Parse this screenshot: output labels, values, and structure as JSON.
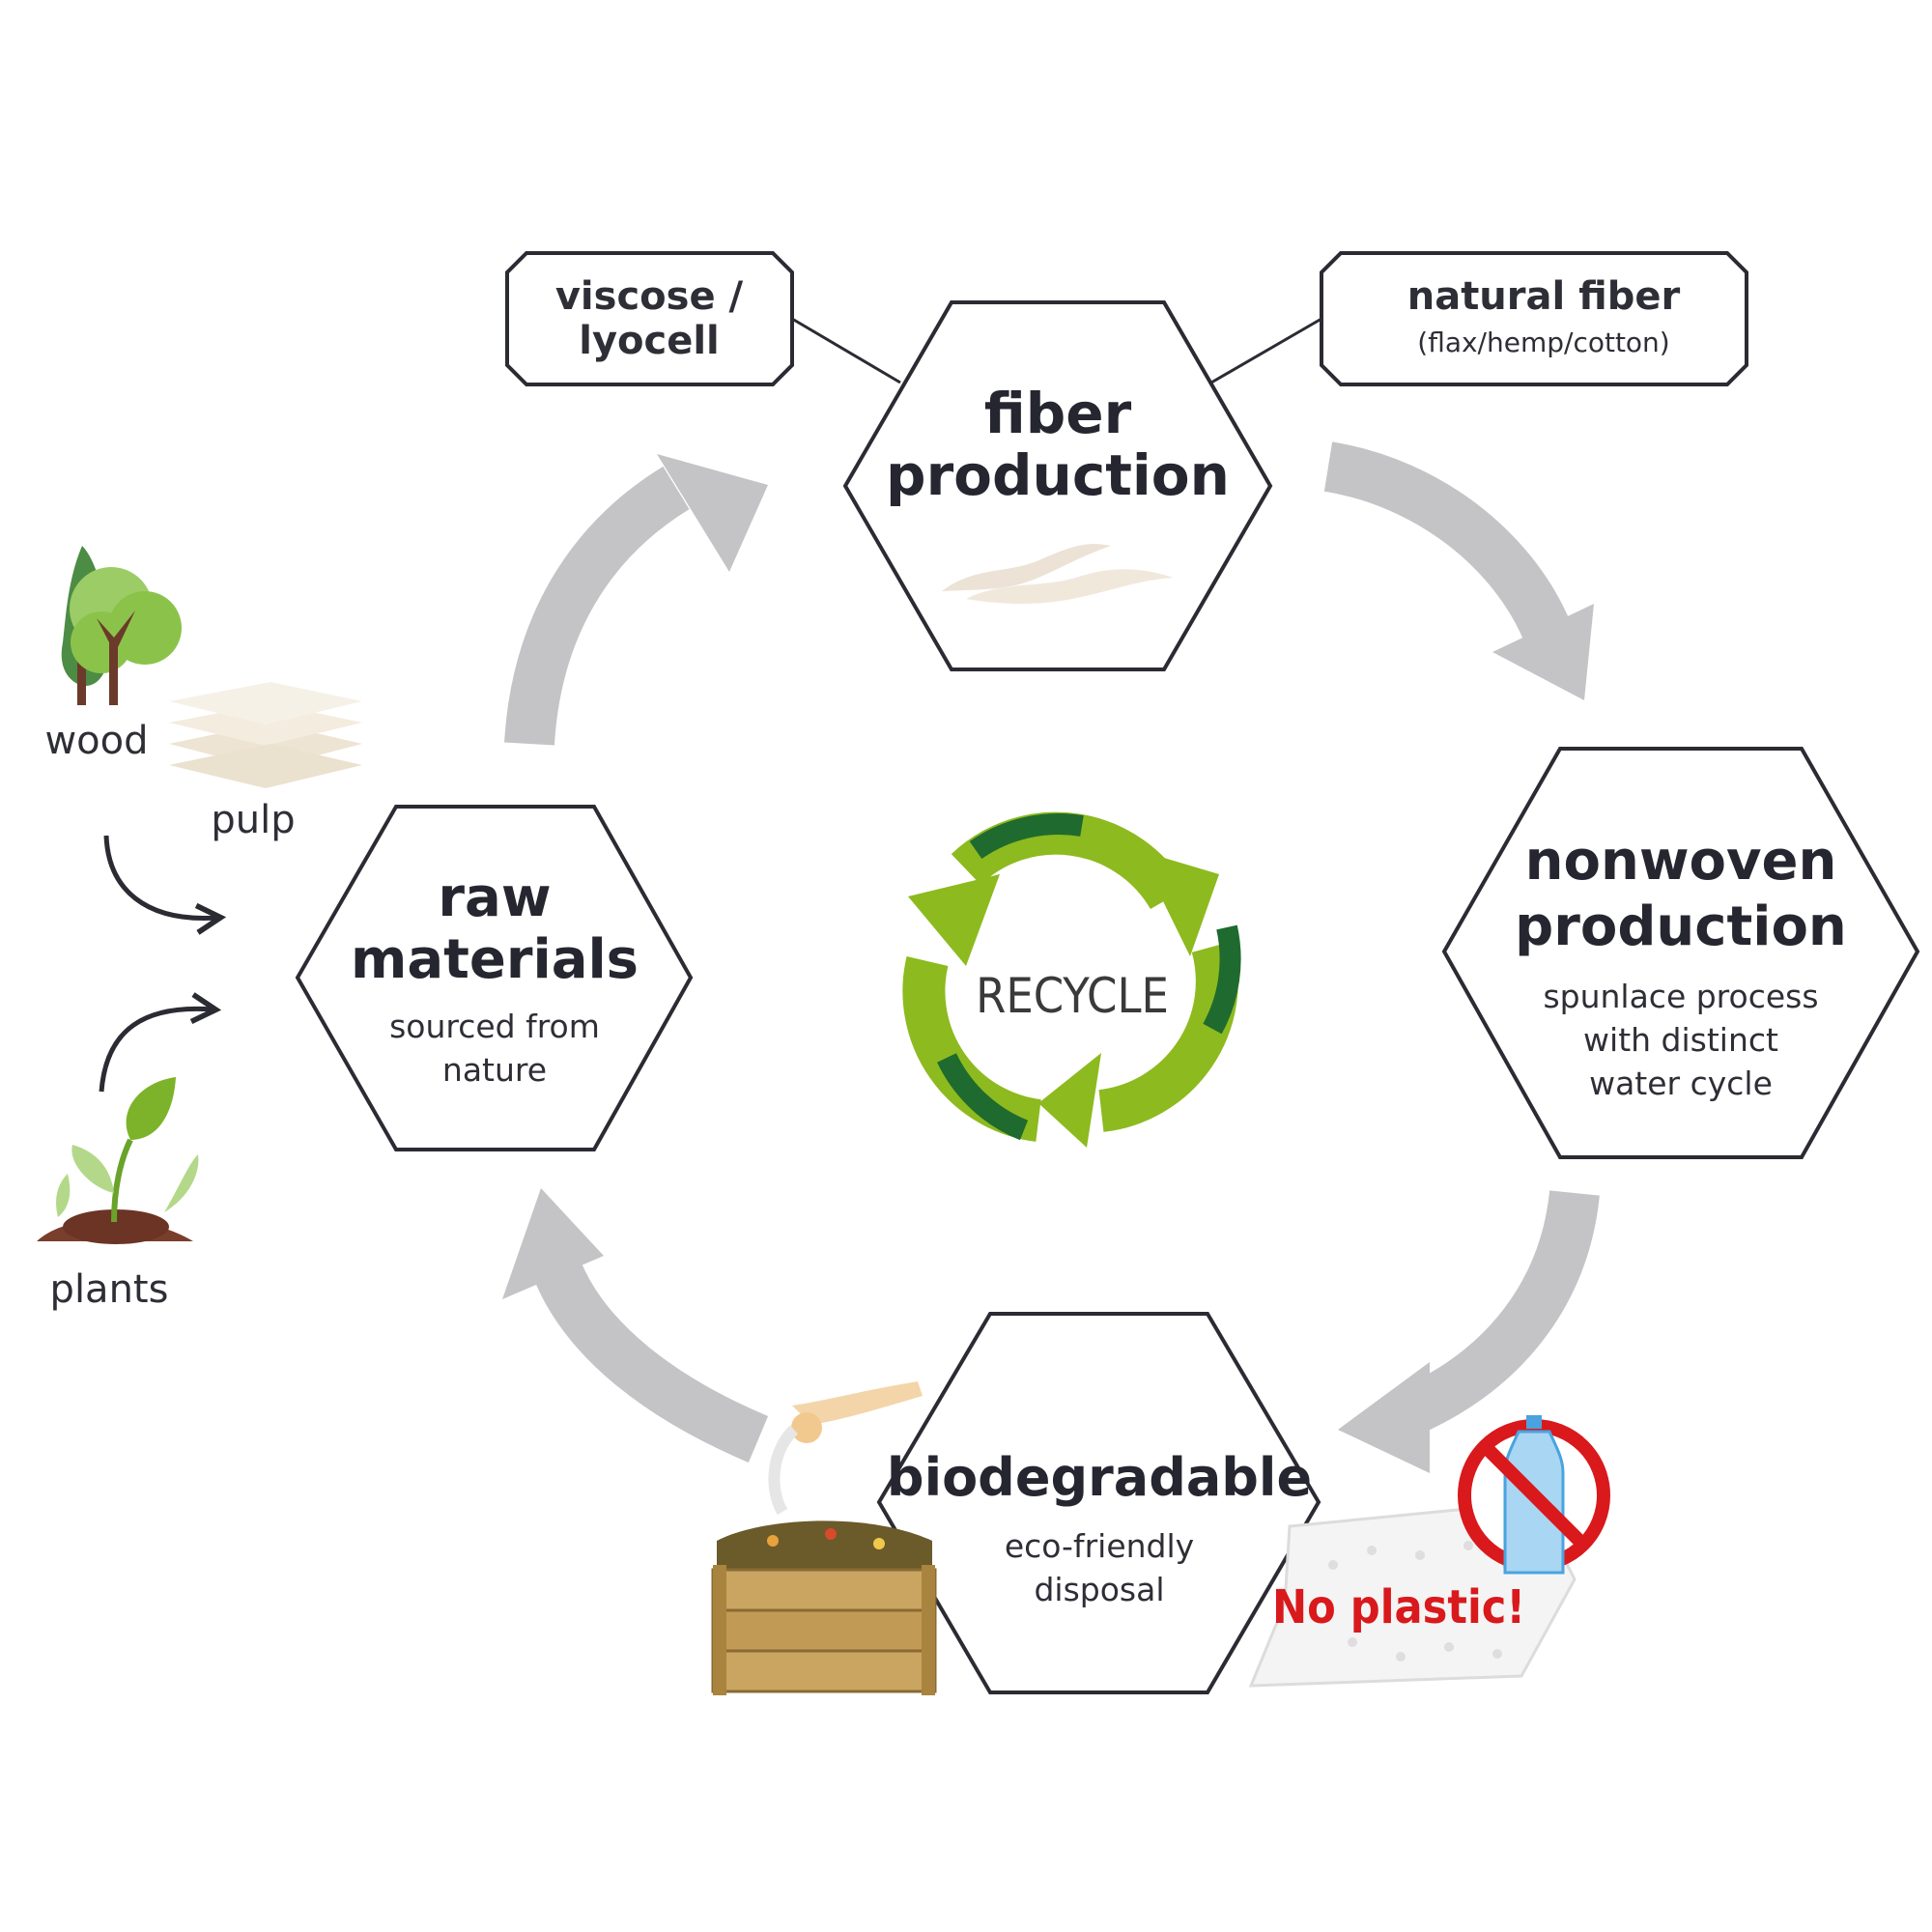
{
  "colors": {
    "outline": "#2b2b33",
    "flow_arrow": "#c4c4c6",
    "recycle_light": "#8dba1e",
    "recycle_dark": "#1f6a2e",
    "no_plastic_red": "#d9191c"
  },
  "center": {
    "label": "RECYCLE",
    "icon": "recycle-icon"
  },
  "nodes": {
    "fiber": {
      "title_1": "fiber",
      "title_2": "production"
    },
    "nonwoven": {
      "title_1": "nonwoven",
      "title_2": "production",
      "sub_1": "spunlace process",
      "sub_2": "with distinct",
      "sub_3": "water cycle"
    },
    "biodegradable": {
      "title": "biodegradable",
      "sub_1": "eco-friendly",
      "sub_2": "disposal"
    },
    "raw": {
      "title_1": "raw",
      "title_2": "materials",
      "sub_1": "sourced from",
      "sub_2": "nature"
    }
  },
  "tags": {
    "viscose": {
      "line_1": "viscose /",
      "line_2": "lyocell"
    },
    "natural": {
      "line_1": "natural fiber",
      "line_2": "(flax/hemp/cotton)"
    }
  },
  "sources": {
    "wood": "wood",
    "pulp": "pulp",
    "plants": "plants"
  },
  "badge": {
    "text": "No plastic!"
  }
}
